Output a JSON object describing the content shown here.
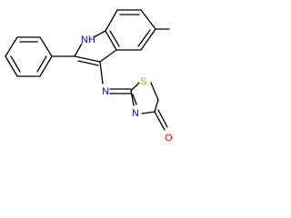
{
  "structure": {
    "atoms": {
      "indole_nh": "NH",
      "imine_n": "N",
      "thiazole_s": "S",
      "thiazole_n": "N",
      "carbonyl_o": "O"
    }
  },
  "colors": {
    "bond": "#000000",
    "nitrogen": "#0000ff",
    "sulfur": "#b8a200",
    "oxygen": "#ff0000"
  }
}
